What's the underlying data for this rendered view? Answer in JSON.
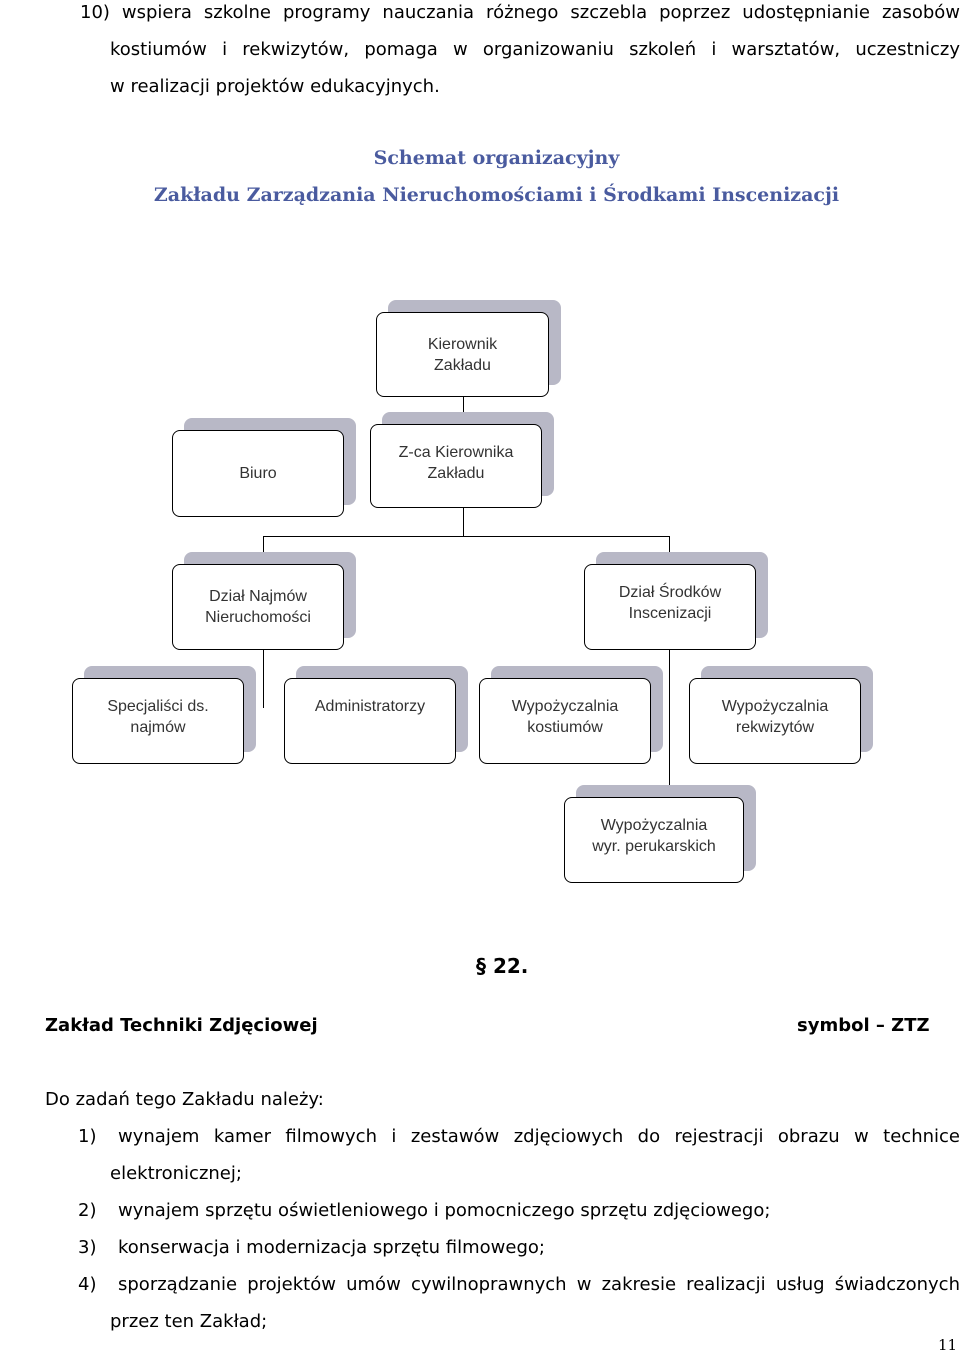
{
  "intro": {
    "line1": "10) wspiera szkolne programy nauczania różnego szczebla poprzez udostępnianie zasobów",
    "line2": "kostiumów i rekwizytów, pomaga w organizowaniu szkoleń i warsztatów, uczestniczy",
    "line3": "w realizacji projektów edukacyjnych."
  },
  "schema": {
    "title_line1": "Schemat organizacyjny",
    "title_line2": "Zakładu Zarządzania Nieruchomościami i Środkami Inscenizacji",
    "nodes": {
      "kierownik": "Kierownik\nZakładu",
      "biuro": "Biuro",
      "zastepca": "Z-ca Kierownika\nZakładu",
      "dzial_najmow": "Dział Najmów\nNieruchomości",
      "dzial_srodkow": "Dział Środków\nInscenizacji",
      "specjalisci": "Specjaliści ds.\nnajmów",
      "administratorzy": "Administratorzy",
      "wyp_kostiumow": "Wypożyczalnia\nkostiumów",
      "wyp_rekwizytow": "Wypożyczalnia\nrekwizytów",
      "wyp_perukarskich": "Wypożyczalnia\nwyr. perukarskich"
    }
  },
  "section": {
    "number": "§ 22.",
    "name": "Zakład Techniki Zdjęciowej",
    "symbol": "symbol – ZTZ",
    "lead": "Do zadań tego Zakładu należy:",
    "items": [
      {
        "num": "1)",
        "line1": "wynajem kamer filmowych i zestawów zdjęciowych do rejestracji obrazu w technice",
        "line2": "elektronicznej;"
      },
      {
        "num": "2)",
        "line1": "wynajem sprzętu oświetleniowego i pomocniczego sprzętu zdjęciowego;"
      },
      {
        "num": "3)",
        "line1": "konserwacja i modernizacja sprzętu filmowego;"
      },
      {
        "num": "4)",
        "line1": "sporządzanie projektów umów cywilnoprawnych w zakresie realizacji usług świadczonych",
        "line2": "przez ten Zakład;"
      }
    ]
  },
  "page_number": "11"
}
